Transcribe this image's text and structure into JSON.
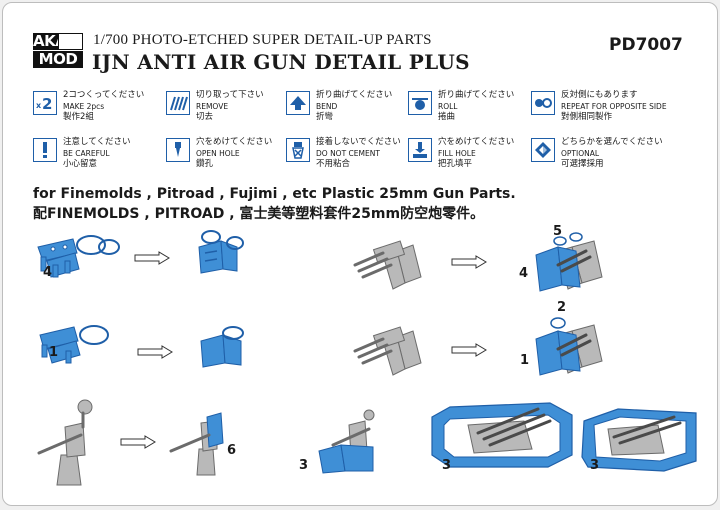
{
  "header": {
    "brand_top": "AKA",
    "brand_bottom": "MOD",
    "subtitle": "1/700 PHOTO-ETCHED SUPER DETAIL-UP PARTS",
    "title": "IJN ANTI  AIR GUN DETAIL PLUS",
    "code": "PD7007"
  },
  "legend": [
    {
      "icon": "x2-icon",
      "jp": "2コつくってください",
      "en": "MAKE 2pcs",
      "cn": "製作2組"
    },
    {
      "icon": "cut-lines-icon",
      "jp": "切り取って下さい",
      "en": "REMOVE",
      "cn": "切去"
    },
    {
      "icon": "bend-arrow-icon",
      "jp": "折り曲げてください",
      "en": "BEND",
      "cn": "折彎"
    },
    {
      "icon": "roll-icon",
      "jp": "折り曲げてください",
      "en": "ROLL",
      "cn": "捲曲"
    },
    {
      "icon": "opposite-side-icon",
      "jp": "反対側にもあります",
      "en": "REPEAT FOR OPPOSITE SIDE",
      "cn": "對側相同製作"
    },
    {
      "icon": "exclamation-icon",
      "jp": "注意してください",
      "en": "BE CAREFUL",
      "cn": "小心留意"
    },
    {
      "icon": "drill-icon",
      "jp": "穴をめけてください",
      "en": "OPEN  HOLE",
      "cn": "鑽孔"
    },
    {
      "icon": "no-cement-icon",
      "jp": "接着しないでください",
      "en": "DO NOT CEMENT",
      "cn": "不用粘合"
    },
    {
      "icon": "fill-hole-icon",
      "jp": "穴をめけてください",
      "en": "FILL HOLE",
      "cn": "把孔填平"
    },
    {
      "icon": "optional-icon",
      "jp": "どちらかを選んでください",
      "en": "OPTIONAL",
      "cn": "可選擇採用"
    }
  ],
  "compat": {
    "line1": "for Finemolds , Pitroad , Fujimi , etc Plastic 25mm Gun Parts.",
    "line2": "配FINEMOLDS , PITROAD , 富士美等塑料套件25mm防空炮零件。"
  },
  "callouts": {
    "row1_left": "4",
    "row1_right_top": "5",
    "row1_right_left": "4",
    "row2_left": "1",
    "row2_right_top": "2",
    "row2_right_left": "1",
    "row3_single": "6",
    "row3_shield_a": "3",
    "row3_shield_b": "3",
    "row3_shield_c": "3"
  },
  "colors": {
    "etch_blue": "#3f8fd6",
    "etch_dark": "#1f5fa8",
    "plastic_grey": "#b9b9b9",
    "plastic_dark": "#6b6b6b"
  }
}
